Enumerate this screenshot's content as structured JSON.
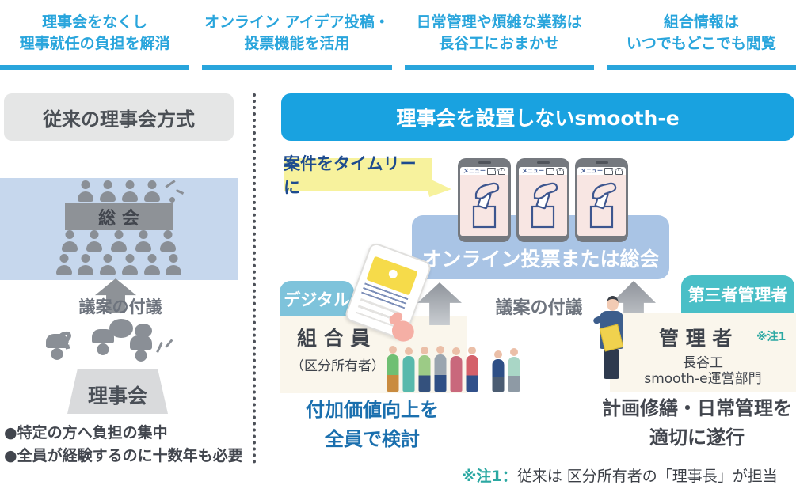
{
  "colors": {
    "accent_blue": "#29A5DC",
    "header_blue": "#19A2E0",
    "panel_light_blue": "#C6D7ED",
    "vote_panel_blue": "#A9C4E5",
    "digital_label_blue": "#7EC3DB",
    "third_party_teal": "#49BFC7",
    "note_teal": "#2BA8A2",
    "tag_yellow": "#F7F29D",
    "tag_text_navy": "#1D4B8F",
    "cream_box": "#FAF6EC",
    "gray_header_box": "#E5E6E6",
    "dark_text": "#3E434B",
    "gray_text": "#6E747E",
    "outcome_blue": "#1A6FAE"
  },
  "top_benefits": [
    {
      "line1": "理事会をなくし",
      "line2": "理事就任の負担を解消"
    },
    {
      "line1": "オンライン アイデア投稿・",
      "line2": "投票機能を活用"
    },
    {
      "line1": "日常管理や煩雑な業務は",
      "line2": "長谷工におまかせ"
    },
    {
      "line1": "組合情報は",
      "line2": "いつでもどこでも閲覧"
    }
  ],
  "left_section": {
    "header": "従来の理事会方式",
    "assembly_label": "総 会",
    "arrow_caption": "議案の付議",
    "board_label": "理事会",
    "bullets": [
      "●特定の方へ負担の集中",
      "●全員が経験するのに十数年も必要"
    ]
  },
  "right_section": {
    "header": "理事会を設置しないsmooth-e",
    "timely_tag": "案件をタイムリーに",
    "phone_menu": "メニュー",
    "vote_panel": "オンライン投票または総会",
    "digital_label": "デジタル",
    "members_title": "組 合 員",
    "members_subtitle": "（区分所有者）",
    "arrow_caption": "議案の付議",
    "third_party_label": "第三者管理者",
    "manager_title": "管 理 者",
    "manager_note_ref": "※注1",
    "manager_org_line1": "長谷工",
    "manager_org_line2": "smooth-e運営部門",
    "members_outcome_line1": "付加価値向上を",
    "members_outcome_line2": "全員で検討",
    "manager_outcome_line1": "計画修繕・日常管理を",
    "manager_outcome_line2": "適切に遂行"
  },
  "footnote": {
    "ref": "※注1：",
    "text": "従来は 区分所有者の「理事長」が担当"
  }
}
